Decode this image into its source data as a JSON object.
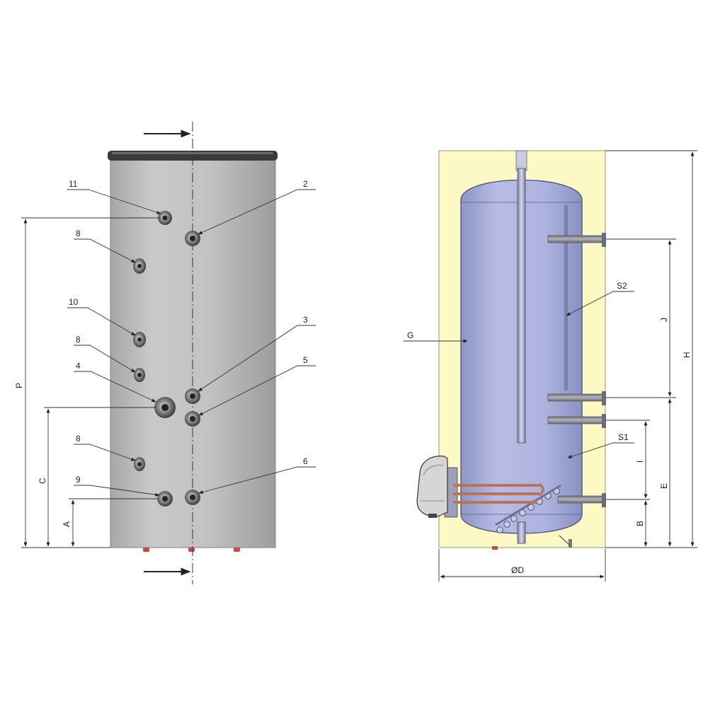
{
  "left_view": {
    "callouts": {
      "c11": "11",
      "c2": "2",
      "c8a": "8",
      "c10": "10",
      "c3": "3",
      "c8b": "8",
      "c4": "4",
      "c5": "5",
      "c8c": "8",
      "c9": "9",
      "c6": "6"
    },
    "dimensions": {
      "p": "P",
      "c": "C",
      "a": "A"
    }
  },
  "right_view": {
    "labels": {
      "s2": "S2",
      "s1": "S1",
      "g": "G",
      "j": "J",
      "h": "H",
      "i": "I",
      "e": "E",
      "b": "B",
      "d": "ØD"
    }
  },
  "colors": {
    "insulation": "#FCF9C4",
    "tank_body": "#A9AFD9",
    "outer_casing": "#BDBDBD",
    "lid": "#3A3A3A",
    "pipe": "#8C8C96",
    "feet": "#C0503A"
  }
}
